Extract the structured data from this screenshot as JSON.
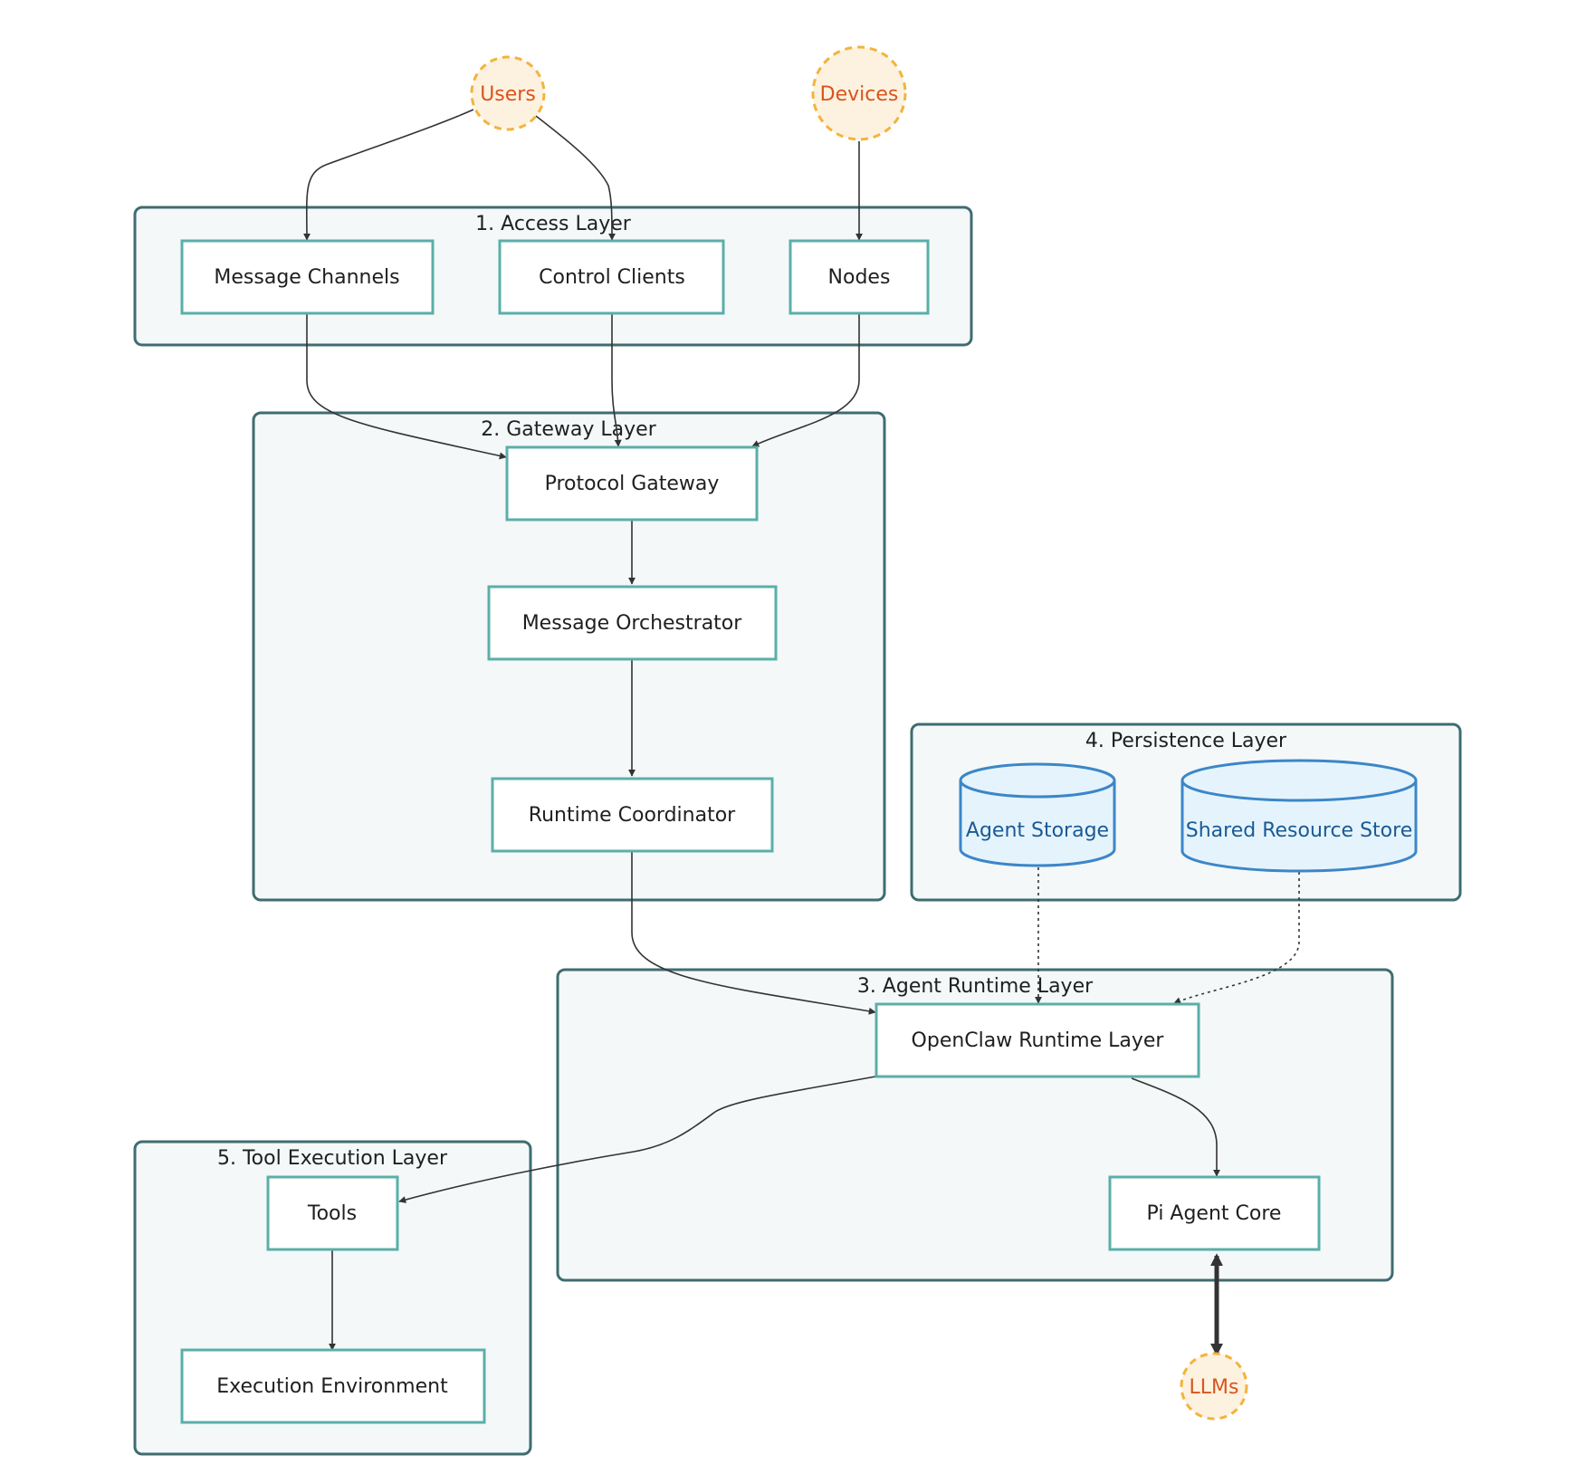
{
  "external": {
    "users": "Users",
    "devices": "Devices",
    "llms": "LLMs"
  },
  "groups": {
    "access": "1. Access Layer",
    "gateway": "2. Gateway Layer",
    "agent_runtime": "3. Agent Runtime Layer",
    "persistence": "4. Persistence Layer",
    "tool_execution": "5. Tool Execution Layer"
  },
  "nodes": {
    "message_channels": "Message Channels",
    "control_clients": "Control Clients",
    "nodes": "Nodes",
    "protocol_gateway": "Protocol Gateway",
    "message_orchestrator": "Message Orchestrator",
    "runtime_coordinator": "Runtime Coordinator",
    "openclaw_runtime": "OpenClaw Runtime Layer",
    "pi_agent_core": "Pi Agent Core",
    "tools": "Tools",
    "execution_environment": "Execution Environment"
  },
  "stores": {
    "agent_storage": "Agent Storage",
    "shared_resource_store": "Shared Resource Store"
  },
  "colors": {
    "group_fill": "#f4f8f8",
    "group_stroke": "#3f6c70",
    "node_stroke": "#5aafa8",
    "store_fill": "#e5f4fc",
    "store_stroke": "#3c86c8",
    "store_text": "#1a5a94",
    "external_fill": "#fdf2df",
    "external_stroke": "#f3b33d",
    "external_text": "#d9541e",
    "edge": "#333333"
  }
}
